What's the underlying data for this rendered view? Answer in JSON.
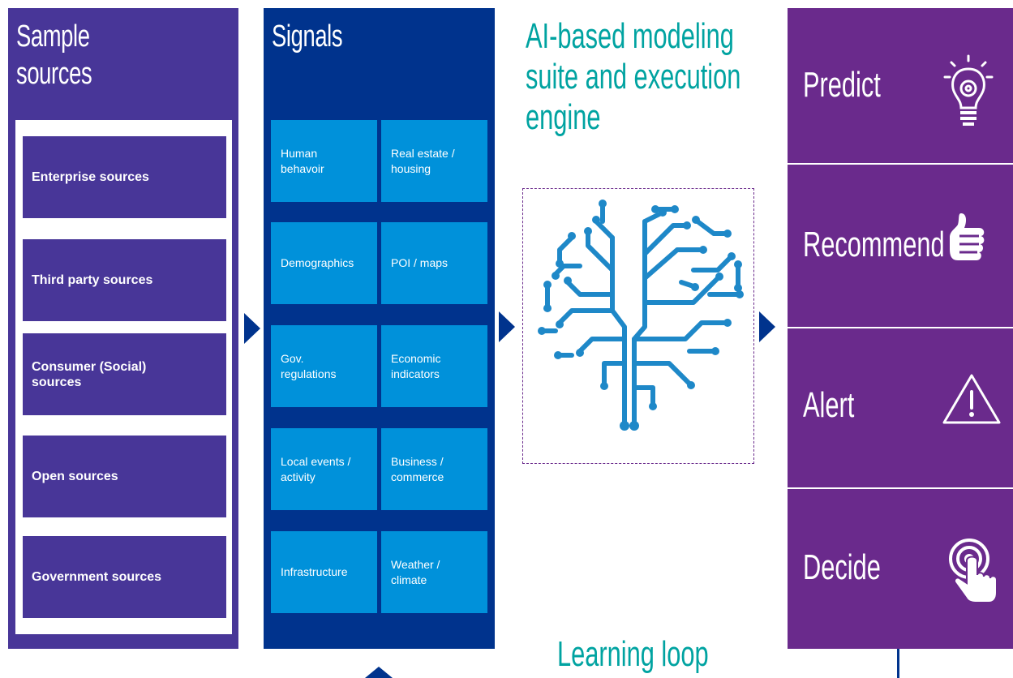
{
  "sources": {
    "title": "Sample\nsources",
    "items": [
      "Enterprise sources",
      "Third party sources",
      "Consumer (Social)\nsources",
      "Open sources",
      "Government sources"
    ]
  },
  "signals": {
    "title": "Signals",
    "tiles": [
      [
        "Human\nbehavoir",
        "Real estate /\nhousing"
      ],
      [
        "Demographics",
        "POI / maps"
      ],
      [
        "Gov.\nregulations",
        "Economic\nindicators"
      ],
      [
        "Local events /\nactivity",
        "Business /\ncommerce"
      ],
      [
        "Infrastructure",
        "Weather /\nclimate"
      ]
    ]
  },
  "engine": {
    "title": "AI-based modeling\nsuite and execution\nengine",
    "image_icon": "brain-circuit-icon"
  },
  "outputs": [
    {
      "label": "Predict",
      "icon": "lightbulb-gear-icon"
    },
    {
      "label": "Recommend",
      "icon": "thumbs-up-icon"
    },
    {
      "label": "Alert",
      "icon": "warning-icon"
    },
    {
      "label": "Decide",
      "icon": "touch-target-icon"
    }
  ],
  "learning_loop": "Learning loop",
  "colors": {
    "sources_bg": "#483698",
    "signals_bg": "#00338d",
    "signal_tile": "#0091da",
    "outputs_bg": "#6a2a8c",
    "teal_text": "#00a3a1",
    "brain": "#1e88c8"
  }
}
